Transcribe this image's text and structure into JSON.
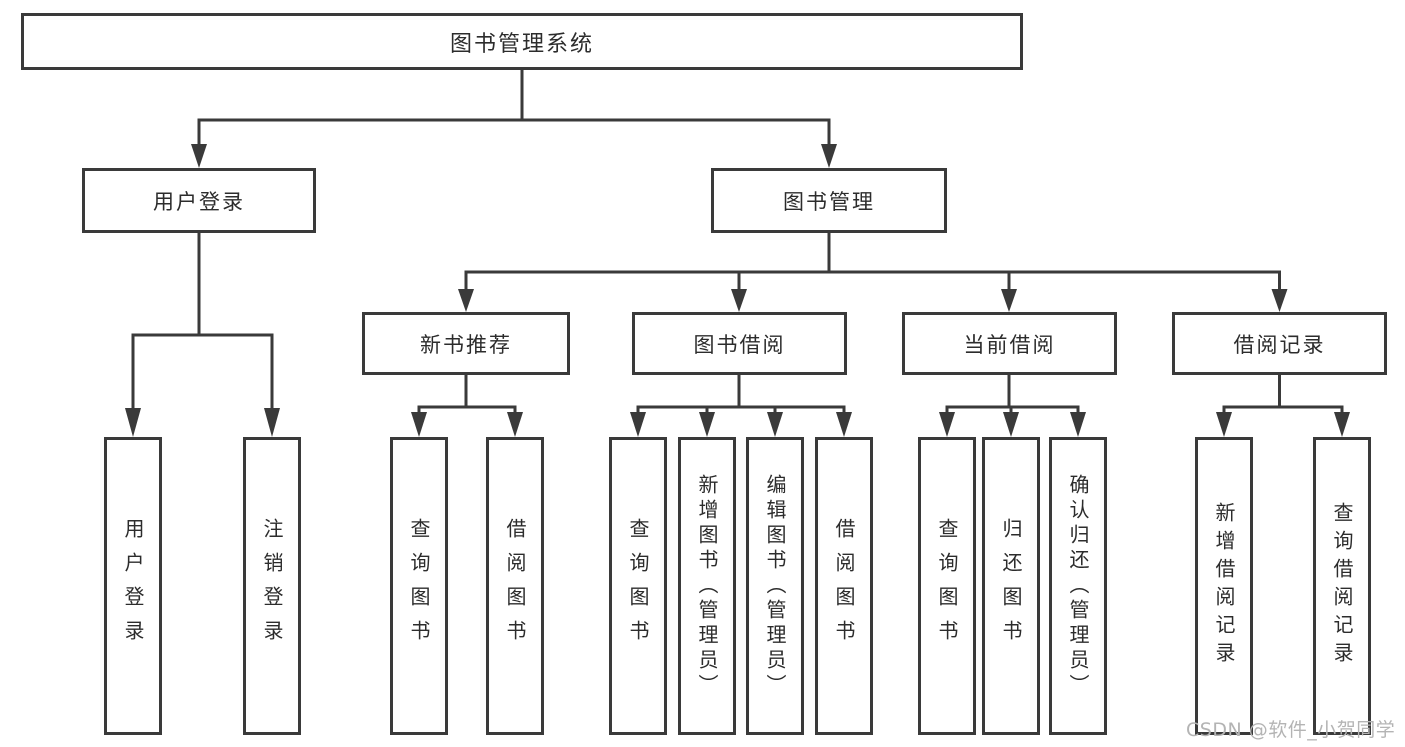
{
  "colors": {
    "line": "#3a3a3a",
    "text": "#2c2c2c",
    "background": "#ffffff",
    "watermark_color": "#b4b4b4"
  },
  "watermark": "CSDN @软件_小贺同学",
  "tree": {
    "label": "图书管理系统",
    "children": [
      {
        "label": "用户登录",
        "children": [
          {
            "label": "用户登录"
          },
          {
            "label": "注销登录"
          }
        ]
      },
      {
        "label": "图书管理",
        "children": [
          {
            "label": "新书推荐",
            "children": [
              {
                "label": "查询图书"
              },
              {
                "label": "借阅图书"
              }
            ]
          },
          {
            "label": "图书借阅",
            "children": [
              {
                "label": "查询图书"
              },
              {
                "label": "新增图书（管理员）"
              },
              {
                "label": "编辑图书（管理员）"
              },
              {
                "label": "借阅图书"
              }
            ]
          },
          {
            "label": "当前借阅",
            "children": [
              {
                "label": "查询图书"
              },
              {
                "label": "归还图书"
              },
              {
                "label": "确认归还（管理员）"
              }
            ]
          },
          {
            "label": "借阅记录",
            "children": [
              {
                "label": "新增借阅记录"
              },
              {
                "label": "查询借阅记录"
              }
            ]
          }
        ]
      }
    ]
  }
}
